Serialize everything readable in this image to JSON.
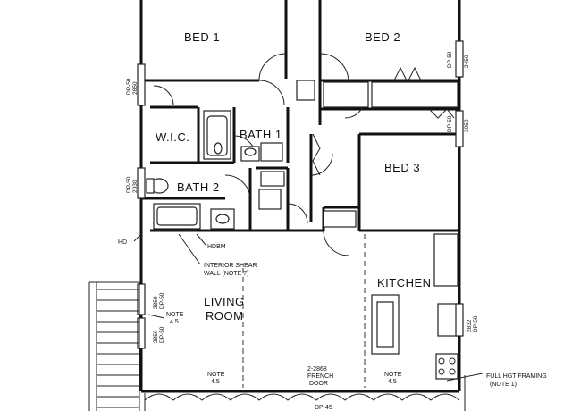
{
  "rooms": {
    "bed1": "BED 1",
    "bed2": "BED 2",
    "bed3": "BED 3",
    "wic": "W.I.C.",
    "bath1": "BATH 1",
    "bath2": "BATH 2",
    "living_line1": "LIVING",
    "living_line2": "ROOM",
    "kitchen": "KITCHEN"
  },
  "callouts": {
    "hd": "HD",
    "hdbm": "HDBM",
    "shear_line1": "INTERIOR SHEAR",
    "shear_line2": "WALL (NOTE 7)",
    "note45_left_a": "NOTE",
    "note45_left_b": "4.5",
    "note45_bottom1_a": "NOTE",
    "note45_bottom1_b": "4.5",
    "note45_bottom2_a": "NOTE",
    "note45_bottom2_b": "4.5",
    "french_line1": "2-2868",
    "french_line2": "FRENCH",
    "french_line3": "DOOR",
    "framing_line1": "FULL HGT FRAMING",
    "framing_line2": "(NOTE 1)",
    "bottom_label": "DP-45"
  },
  "window_tags": {
    "left_top_a": "DP-50",
    "left_top_b": "2850",
    "left_bath_a": "DP-50",
    "left_bath_b": "2030",
    "right_bed2_a": "DP-50",
    "right_bed2_b": "2450",
    "right_bed3_a": "DP-50",
    "right_bed3_b": "3050",
    "living_a": "2850",
    "living_b": "DP-50",
    "living2_a": "2850",
    "living2_b": "DP-50",
    "kitchen_a": "2832",
    "kitchen_b": "DP-50"
  }
}
